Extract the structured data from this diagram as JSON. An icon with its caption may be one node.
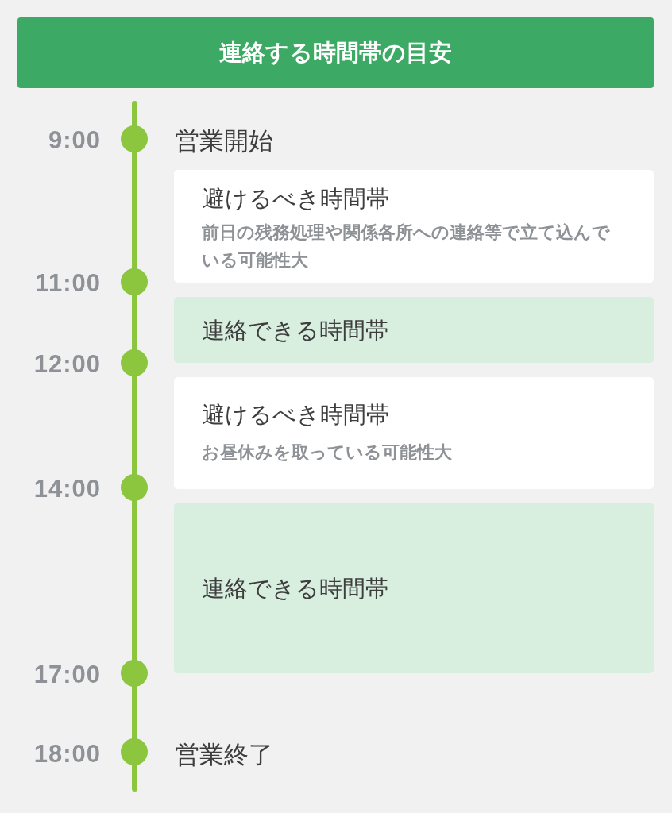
{
  "diagram": {
    "title": "連絡する時間帯の目安",
    "nodes": [
      {
        "text": [
          "避けるべき時間帯",
          "前日の残務処理や関係各所への連絡等で立て込んでいる可能性大"
        ]
      },
      {
        "text": [
          "連絡できる時間帯"
        ]
      },
      {
        "text": [
          "避けるべき時間帯",
          "お昼休みを取っている可能性大"
        ]
      },
      {
        "text": [
          "連絡できる時間帯"
        ]
      }
    ],
    "labels": [
      "9:00",
      "営業開始",
      "11:00",
      "12:00",
      "14:00",
      "17:00",
      "18:00",
      "営業終了"
    ]
  }
}
